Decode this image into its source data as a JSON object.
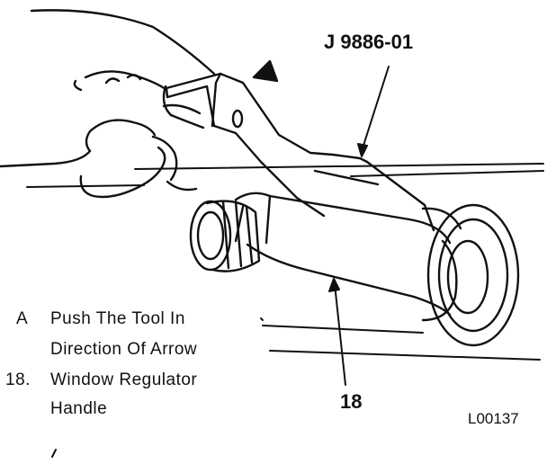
{
  "tool_callout": "J 9886-01",
  "part_callout": "18",
  "legend": [
    {
      "key": "A",
      "text_lines": [
        "Push The Tool In",
        "Direction Of Arrow"
      ]
    },
    {
      "key": "18.",
      "text_lines": [
        "Window Regulator",
        "Handle"
      ]
    }
  ],
  "figure_ref": "L00137",
  "colors": {
    "ink": "#111111",
    "paper": "#ffffff"
  },
  "icons": [
    "push-direction-arrow-icon"
  ]
}
